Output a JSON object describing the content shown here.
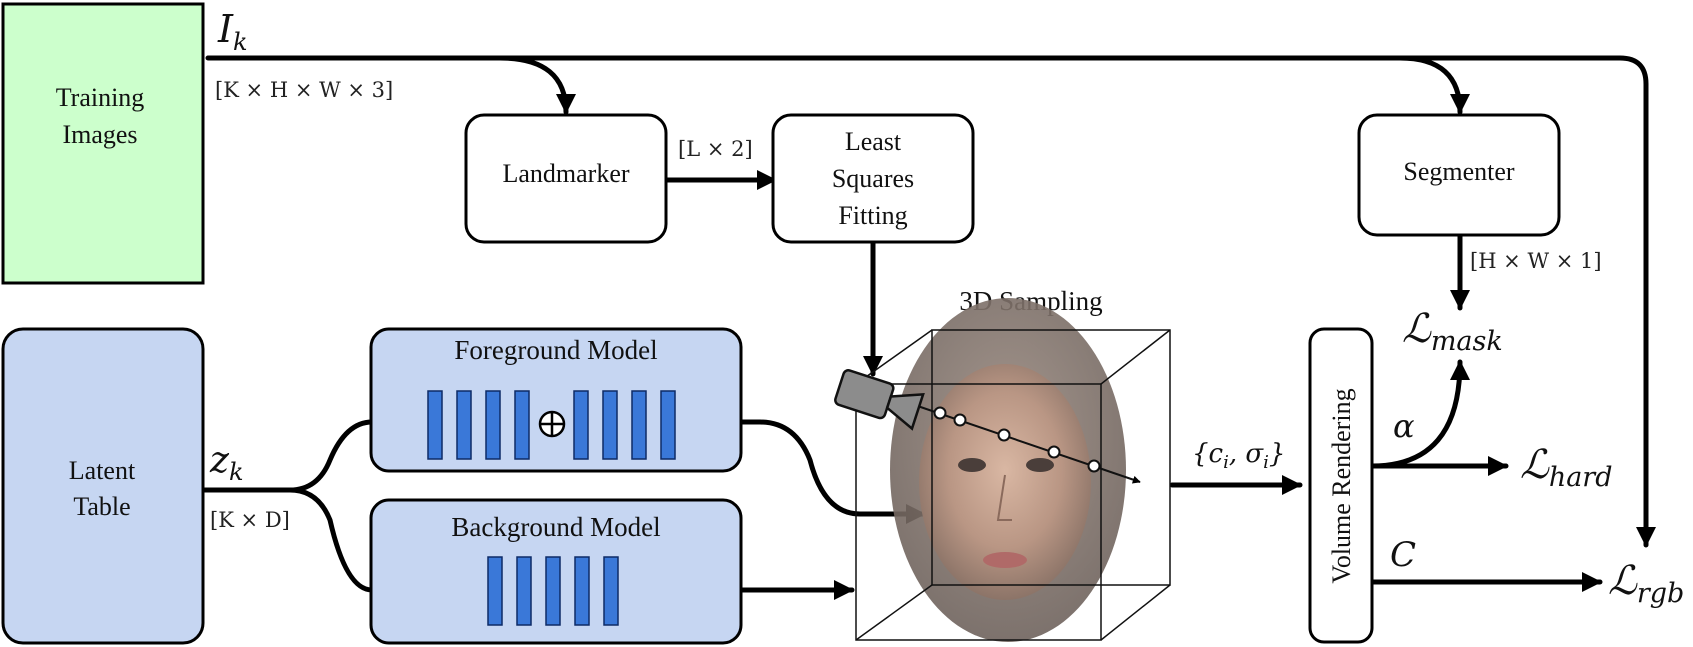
{
  "nodes": {
    "training_images": {
      "line1": "Training",
      "line2": "Images",
      "fill": "#ccffcc"
    },
    "latent_table": {
      "line1": "Latent",
      "line2": "Table",
      "fill": "#c6d6f2"
    },
    "landmarker": {
      "label": "Landmarker"
    },
    "least_squares": {
      "line1": "Least",
      "line2": "Squares",
      "line3": "Fitting"
    },
    "segmenter": {
      "label": "Segmenter"
    },
    "foreground_model": {
      "label": "Foreground Model",
      "fill": "#c6d6f2",
      "layer_color": "#3a78d8"
    },
    "background_model": {
      "label": "Background Model",
      "fill": "#c6d6f2",
      "layer_color": "#3a78d8"
    },
    "volume_rendering": {
      "label": "Volume Rendering"
    },
    "sampling": {
      "label": "3D Sampling"
    }
  },
  "labels": {
    "images_var": "I",
    "images_sub": "k",
    "images_dim": "[K × H × W × 3]",
    "landmark_dim": "[L × 2]",
    "mask_dim": "[H × W × 1]",
    "latent_var": "z",
    "latent_sub": "k",
    "latent_dim": "[K × D]",
    "samples": "{c",
    "samples_i1": "i",
    "samples_sigma": ", σ",
    "samples_i2": "i",
    "samples_end": "}",
    "alpha": "α",
    "color": "C"
  },
  "losses": {
    "mask": {
      "symbol": "ℒ",
      "sub": "mask"
    },
    "hard": {
      "symbol": "ℒ",
      "sub": "hard"
    },
    "rgb": {
      "symbol": "ℒ",
      "sub": "rgb"
    }
  }
}
